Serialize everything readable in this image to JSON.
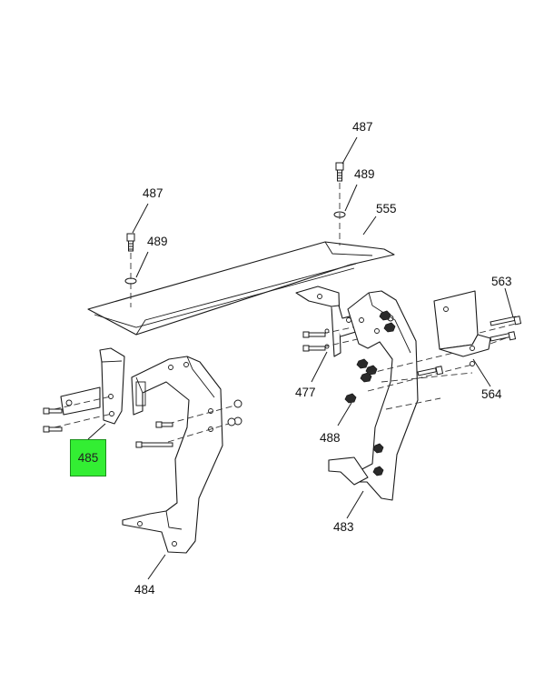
{
  "diagram": {
    "highlight_color": "#33ee33",
    "highlighted_callout": "485",
    "callouts": {
      "c487a": "487",
      "c489a": "489",
      "c487b": "487",
      "c489b": "489",
      "c555": "555",
      "c563": "563",
      "c564": "564",
      "c477": "477",
      "c488": "488",
      "c483": "483",
      "c484": "484"
    }
  }
}
